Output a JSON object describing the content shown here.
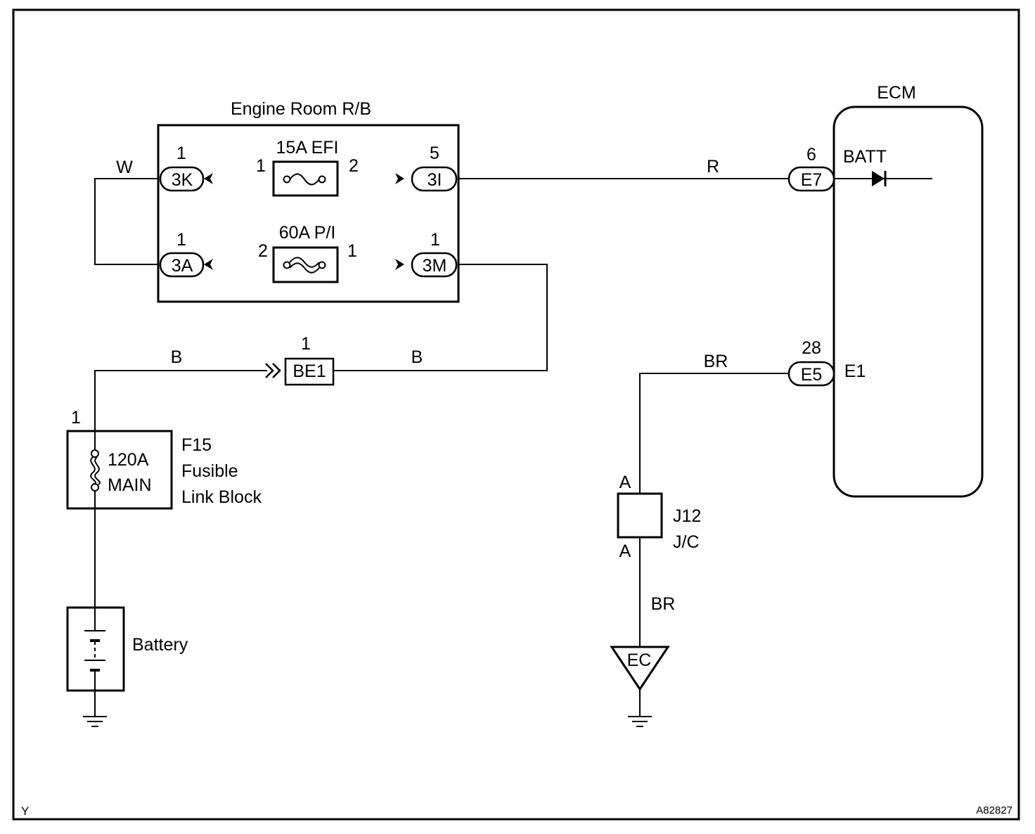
{
  "footer": {
    "left_code": "Y",
    "figure_id": "A82827"
  },
  "relay_block": {
    "title": "Engine Room R/B"
  },
  "fuses": {
    "efi": {
      "label": "15A EFI",
      "pin_left": "1",
      "pin_right": "2"
    },
    "pi": {
      "label": "60A P/I",
      "pin_left": "2",
      "pin_right": "1"
    }
  },
  "connectors": {
    "c3k": {
      "id": "3K",
      "pin": "1"
    },
    "c3i": {
      "id": "3I",
      "pin": "5"
    },
    "c3a": {
      "id": "3A",
      "pin": "1"
    },
    "c3m": {
      "id": "3M",
      "pin": "1"
    },
    "be1": {
      "id": "BE1",
      "pin": "1"
    },
    "e7": {
      "id": "E7",
      "pin": "6"
    },
    "e5": {
      "id": "E5",
      "pin": "28"
    }
  },
  "wires": {
    "w_loop": "W",
    "r_batt": "R",
    "b_left": "B",
    "b_right": "B",
    "br_top": "BR",
    "br_bottom": "BR"
  },
  "ecm": {
    "title": "ECM",
    "batt_terminal": "BATT",
    "ground_terminal": "E1"
  },
  "fusible_link": {
    "pin": "1",
    "rating": "120A",
    "name": "MAIN",
    "code": "F15",
    "desc_line1": "Fusible",
    "desc_line2": "Link Block"
  },
  "battery": {
    "label": "Battery"
  },
  "junction": {
    "code": "J12",
    "type": "J/C",
    "pin_top": "A",
    "pin_bottom": "A"
  },
  "ground_point": {
    "code": "EC"
  }
}
